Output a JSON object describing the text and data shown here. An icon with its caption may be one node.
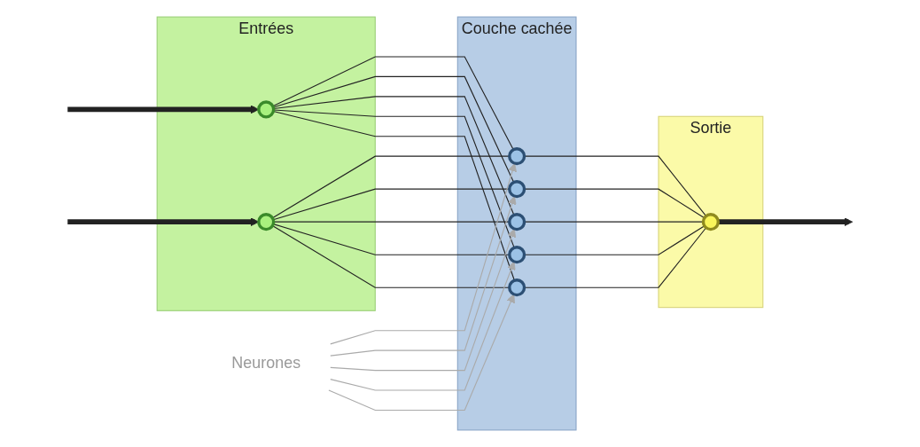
{
  "diagram": {
    "nodes": [
      {
        "text": [
          "Entrées"
        ]
      },
      {
        "text": [],
        "shape": "circle",
        "in": 0
      },
      {
        "text": [],
        "shape": "circle",
        "in": 0
      },
      {
        "text": [
          "Couche cachée"
        ]
      },
      {
        "text": [],
        "shape": "circle",
        "in": 3
      },
      {
        "text": [],
        "shape": "circle",
        "in": 3
      },
      {
        "text": [],
        "shape": "circle",
        "in": 3
      },
      {
        "text": [],
        "shape": "circle",
        "in": 3
      },
      {
        "text": [],
        "shape": "circle",
        "in": 3
      },
      {
        "text": [
          "Sortie"
        ]
      },
      {
        "text": [],
        "shape": "circle",
        "in": 9
      },
      {
        "text": [
          "Neurones"
        ]
      }
    ],
    "edges": [
      {
        "from": null,
        "to": 1,
        "arrow": "to",
        "style": "thick"
      },
      {
        "from": null,
        "to": 2,
        "arrow": "to",
        "style": "thick"
      },
      {
        "from": 1,
        "to": 4,
        "arrow": "none"
      },
      {
        "from": 1,
        "to": 5,
        "arrow": "none"
      },
      {
        "from": 1,
        "to": 6,
        "arrow": "none"
      },
      {
        "from": 1,
        "to": 7,
        "arrow": "none"
      },
      {
        "from": 1,
        "to": 8,
        "arrow": "none"
      },
      {
        "from": 2,
        "to": 4,
        "arrow": "none"
      },
      {
        "from": 2,
        "to": 5,
        "arrow": "none"
      },
      {
        "from": 2,
        "to": 6,
        "arrow": "none"
      },
      {
        "from": 2,
        "to": 7,
        "arrow": "none"
      },
      {
        "from": 2,
        "to": 8,
        "arrow": "none"
      },
      {
        "from": 4,
        "to": 10,
        "arrow": "none"
      },
      {
        "from": 5,
        "to": 10,
        "arrow": "none"
      },
      {
        "from": 6,
        "to": 10,
        "arrow": "none"
      },
      {
        "from": 7,
        "to": 10,
        "arrow": "none"
      },
      {
        "from": 8,
        "to": 10,
        "arrow": "none"
      },
      {
        "from": 10,
        "to": null,
        "arrow": "to",
        "style": "thick"
      },
      {
        "from": 11,
        "to": 4,
        "arrow": "to",
        "color": "#aaaaaa"
      },
      {
        "from": 11,
        "to": 5,
        "arrow": "to",
        "color": "#aaaaaa"
      },
      {
        "from": 11,
        "to": 6,
        "arrow": "to",
        "color": "#aaaaaa"
      },
      {
        "from": 11,
        "to": 7,
        "arrow": "to",
        "color": "#aaaaaa"
      },
      {
        "from": 11,
        "to": 8,
        "arrow": "to",
        "color": "#aaaaaa"
      }
    ]
  }
}
